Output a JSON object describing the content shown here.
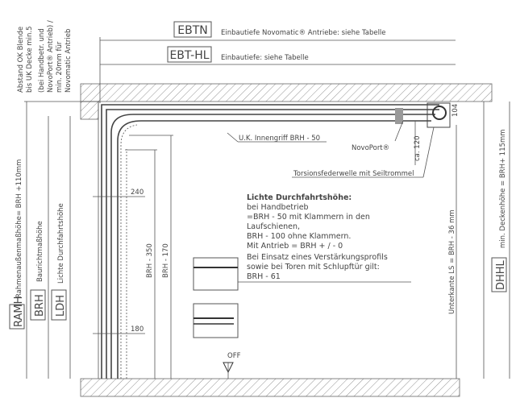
{
  "labels": {
    "ebtn": "EBTN",
    "ebtn_desc": "Einbautiefe Novomatic® Antriebe: siehe Tabelle",
    "ebthl": "EBT-HL",
    "ebthl_desc": "Einbautiefe: siehe Tabelle",
    "abstand_1": "Abstand OK Blende",
    "abstand_2": "bis UK Decke min.5",
    "abstand_3": "(bei Handbetr. und",
    "abstand_4": "NovoPort® Antrieb) /",
    "abstand_5": "min. 20mm für",
    "abstand_6": "Novomatic Antrieb",
    "ramh": "RAMH",
    "ramh_desc": "Rahmenaußenmaßhöhe= BRH +110mm",
    "brh": "BRH",
    "brh_desc": "Baurichtmaßhöhe",
    "ldh": "LDH",
    "ldh_desc": "Lichte Durchfahrtshöhe",
    "dim_240": "240",
    "dim_180": "180",
    "dim_brh350": "BRH - 350",
    "dim_brh170": "BRH - 170",
    "innengriff": "U.K. Innengriff  BRH - 50",
    "novoport": "NovoPort®",
    "ca120": "ca. 120",
    "dim_104": "104",
    "torsion": "Torsionsfederwelle mit Seiltrommel",
    "unterkante": "Unterkante LS = BRH - 36 mm",
    "dhhl": "DHHL",
    "dhhl_desc": "min. Deckenhöhe = BRH+ 115mm",
    "off": "OFF"
  },
  "note": {
    "title": "Lichte Durchfahrtshöhe:",
    "lines": [
      "bei Handbetrieb",
      "=BRH - 50 mit Klammern in den",
      "Laufschienen,",
      "BRH - 100 ohne Klammern.",
      "Mit Antrieb = BRH + / - 0"
    ],
    "extra": [
      "Bei Einsatz eines Verstärkungsprofils",
      "sowie bei Toren mit Schlupftür gilt:",
      "BRH - 61"
    ]
  }
}
